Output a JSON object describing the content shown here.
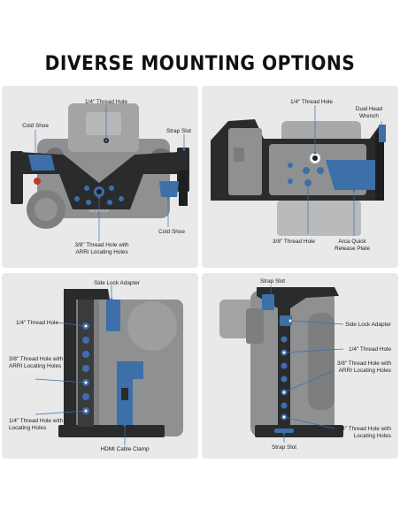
{
  "title": "DIVERSE MOUNTING OPTIONS",
  "brand_blue": "#3d6fa8",
  "cage_dark": "#2a2b2d",
  "camera_gray": "#8f9092",
  "panels": {
    "top_left": {
      "quarter_thread": "1/4\" Thread Hole",
      "cold_shoe_left": "Cold Shoe",
      "strap_slot": "Strap Slot",
      "cold_shoe_right": "Cold Shoe",
      "arri_holes": "3/8\" Thread Hole with\nARRI Locating Holes",
      "brand": "NEEWER"
    },
    "top_right": {
      "quarter_thread": "1/4\" Thread Hole",
      "dual_head_wrench": "Dual Head\nWrench",
      "three_eighths": "3/8\" Thread Hole",
      "arca": "Arca Quick\nRelease Plate"
    },
    "bottom_left": {
      "side_lock": "Side Lock Adapter",
      "quarter_thread": "1/4\" Thread Hole",
      "arri_holes": "3/8\" Thread Hole with\nARRI Locating Holes",
      "quarter_locating": "1/4\" Thread Hole with\nLocating Holes",
      "hdmi": "HDMI Cable Clamp"
    },
    "bottom_right": {
      "strap_slot_top": "Strap Slot",
      "side_lock": "Side Lock Adapter",
      "quarter_thread": "1/4\" Thread Hole",
      "arri_holes": "3/8\" Thread Hole with\nARRI Locating Holes",
      "quarter_locating": "1/4\" Thread Hole with\nLocating Holes",
      "strap_slot_bottom": "Strap Slot"
    }
  }
}
